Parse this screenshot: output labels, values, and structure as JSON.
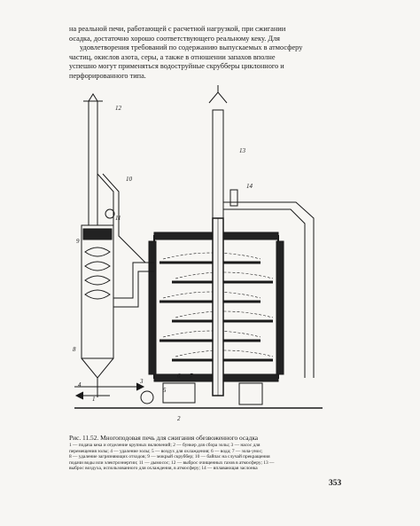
{
  "body_text": {
    "lines": [
      "на реальной печи, работающей с расчетной нагрузкой, при сжигании",
      "осадка, достаточно хорошо соответствующего реальному кеку. Для",
      "удовлетворения требований по содержанию выпускаемых в атмосферу",
      "частиц, окислов азота, серы, а также в отношении запахов вполне",
      "успешно могут применяться водоструйные скрубберы циклонного и",
      "перфорированного типа."
    ]
  },
  "figure": {
    "labels": {
      "l1": "1",
      "l2": "2",
      "l3": "3",
      "l4": "4",
      "l5": "5",
      "l6": "6",
      "l7": "7",
      "l8": "8",
      "l9": "9",
      "l10": "10",
      "l11": "11",
      "l12": "12",
      "l13": "13",
      "l14": "14"
    }
  },
  "caption": {
    "title": "Рис. 11.52. Многоподовая печь для сжигания обезвоженного осадка",
    "legend_lines": [
      "1 — подача кека и отделение крупных включений; 2 — бункер для сбора золы; 3 — насос для",
      "перемещения золы; 4 — удаление золы; 5 — воздух для охлаждения; 6 — вода; 7 — зола-унос;",
      "8 — удаление загрязняющих отходов; 9 — мокрый скруббер; 10 — байпас на случай прекращения",
      "подачи воды или электроэнергии; 11 — дымосос; 12 — выброс очищенных газов в атмосферу; 13 —",
      "выброс воздуха, использованного для охлаждения, в атмосферу; 14 — вплавающая заслонка"
    ]
  },
  "page_number": "353"
}
